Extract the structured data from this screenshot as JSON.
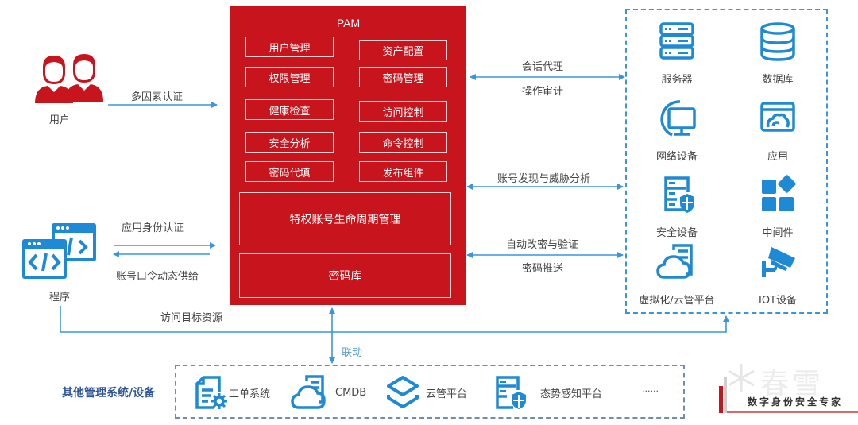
{
  "pam": {
    "title": "PAM",
    "modules_left": [
      "用户管理",
      "权限管理",
      "健康检查",
      "安全分析",
      "密码代填"
    ],
    "modules_right": [
      "资产配置",
      "密码管理",
      "访问控制",
      "命令控制",
      "发布组件"
    ],
    "lifecycle": "特权账号生命周期管理",
    "vault": "密码库"
  },
  "actors": {
    "user": {
      "label": "用户",
      "flow": "多因素认证"
    },
    "program": {
      "label": "程序",
      "flow_out": "应用身份认证",
      "flow_in": "账号口令动态供给",
      "access": "访问目标资源"
    }
  },
  "flows": {
    "session_top": "会话代理",
    "session_bottom": "操作审计",
    "discovery": "账号发现与威胁分析",
    "rotate_top": "自动改密与验证",
    "rotate_bottom": "密码推送",
    "linkage": "联动"
  },
  "targets": [
    {
      "label": "服务器",
      "icon": "server-icon"
    },
    {
      "label": "数据库",
      "icon": "database-icon"
    },
    {
      "label": "网络设备",
      "icon": "network-device-icon"
    },
    {
      "label": "应用",
      "icon": "application-icon"
    },
    {
      "label": "安全设备",
      "icon": "security-device-icon"
    },
    {
      "label": "中间件",
      "icon": "middleware-icon"
    },
    {
      "label": "虚拟化/云管平台",
      "icon": "cloud-server-icon"
    },
    {
      "label": "IOT设备",
      "icon": "camera-icon"
    }
  ],
  "others": {
    "title": "其他管理系统/设备",
    "items": [
      {
        "label": "工单系统",
        "icon": "ticket-doc-icon"
      },
      {
        "label": "CMDB",
        "icon": "cloud-server-icon"
      },
      {
        "label": "云管平台",
        "icon": "layers-icon"
      },
      {
        "label": "态势感知平台",
        "icon": "security-device-icon"
      },
      {
        "label": "......",
        "icon": ""
      }
    ]
  },
  "brand": {
    "name": "春雪",
    "slogan": "数字身份安全专家"
  },
  "colors": {
    "pam_red": "#c8151d",
    "accent_blue": "#1e8ad6",
    "arrow_blue": "#3a96d8",
    "title_blue": "#2f5597"
  }
}
